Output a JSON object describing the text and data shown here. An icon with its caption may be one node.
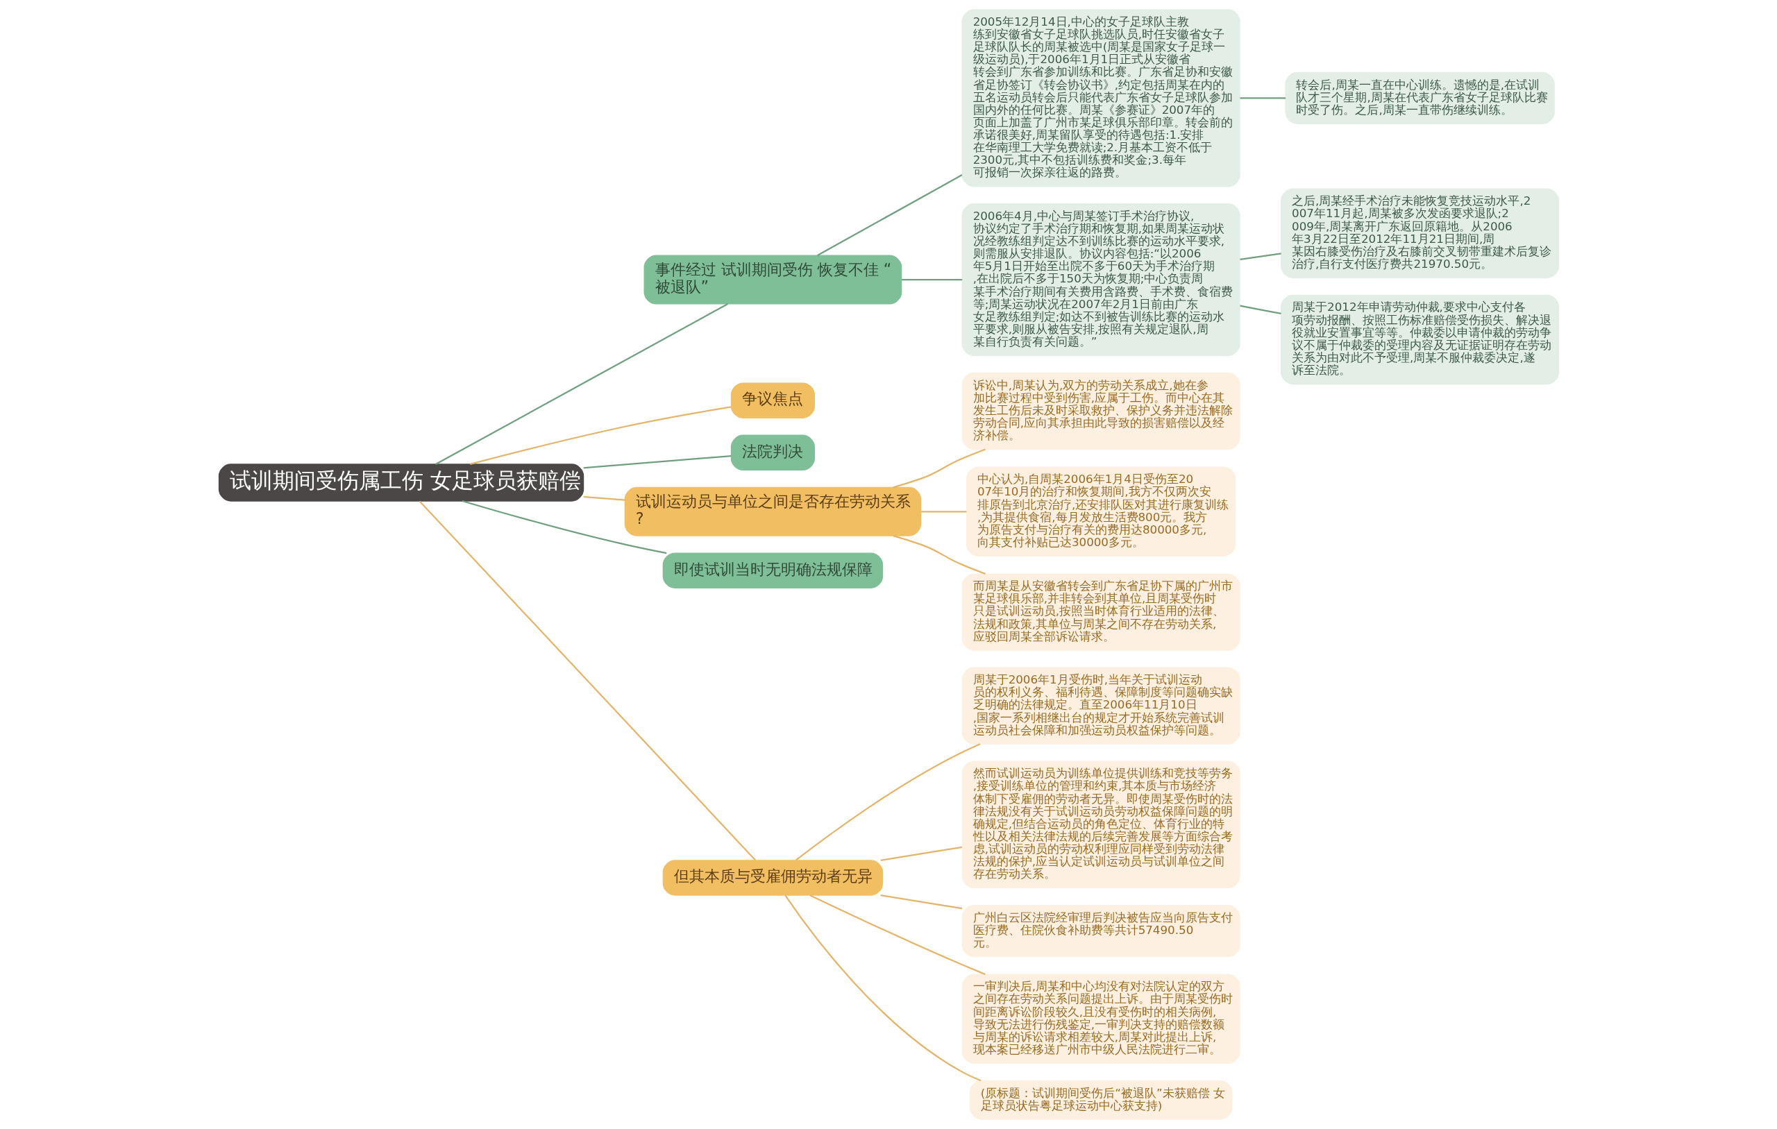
{
  "diagram": {
    "nodes": [
      {
        "text": [
          "试训期间受伤属工伤 女足球员获赔偿"
        ]
      },
      {
        "text": [
          "事件经过 试训期间受伤 恢复不佳 “被退队”"
        ]
      },
      {
        "text": [
          "2005年12月14日,中心的女子足球队主教练到安徽省女子足球队挑选队员,时任安徽省女子足球队队长的周某被选中(周某是国家女子足球一级运动员),于2006年1月1日正式从安徽省转会到广东省参加训练和比赛。广东省足协和安徽省足协签订《转会协议书》,约定包括周某在内的五名运动员转会后只能代表广东省女子足球队参加国内外的任何比赛。周某《参赛证》2007年的页面上加盖了广州市某足球俱乐部印章。转会前的承诺很美好,周某留队享受的待遇包括:1.安排在华南理工大学免费就读;2.月基本工资不低于2300元,其中不包括训练费和奖金;3.每年可报销一次探亲往返的路费。"
        ]
      },
      {
        "text": [
          "转会后,周某一直在中心训练。遗憾的是,在试训队才三个星期,周某在代表广东省女子足球队比赛时受了伤。之后,周某一直带伤继续训练。"
        ]
      },
      {
        "text": [
          "2006年4月,中心与周某签订手术治疗协议,协议约定了手术治疗期和恢复期,如果周某运动状况经教练组判定达不到训练比赛的运动水平要求,则需服从安排退队。协议内容包括:“以2006年5月1日开始至出院不多于60天为手术治疗期,在出院后不多于150天为恢复期;中心负责周某手术治疗期间有关费用含路费、手术费、食宿费等;周某运动状况在2007年2月1日前由广东女足教练组判定;如达不到被告训练比赛的运动水平要求,则服从被告安排,按照有关规定退队,周某自行负责有关问题。”"
        ]
      },
      {
        "text": [
          "之后,周某经手术治疗未能恢复竞技运动水平,2007年11月起,周某被多次发函要求退队;2009年,周某离开广东返回原籍地。从2006年3月22日至2012年11月21日期间,周某因右膝受伤治疗及右膝前交叉韧带重建术后复诊治疗,自行支付医疗费共21970.50元。"
        ]
      },
      {
        "text": [
          "周某于2012年申请劳动仲裁,要求中心支付各项劳动报酬、按照工伤标准赔偿受伤损失、解决退役就业安置事宜等等。仲裁委以申请仲裁的劳动争议不属于仲裁委的受理内容及无证据证明存在劳动关系为由对此不予受理,周某不服仲裁委决定,遂诉至法院。"
        ]
      },
      {
        "text": [
          "争议焦点"
        ]
      },
      {
        "text": [
          "法院判决"
        ]
      },
      {
        "text": [
          "试训运动员与单位之间是否存在劳动关系?"
        ]
      },
      {
        "text": [
          "诉讼中,周某认为,双方的劳动关系成立,她在参加比赛过程中受到伤害,应属于工伤。而中心在其发生工伤后未及时采取救护、保护义务并违法解除劳动合同,应向其承担由此导致的损害赔偿以及经济补偿。"
        ]
      },
      {
        "text": [
          "中心认为,自周某2006年1月4日受伤至2007年10月的治疗和恢复期间,我方不仅两次安排原告到北京治疗,还安排队医对其进行康复训练,为其提供食宿,每月发放生活费800元。我方为原告支付与治疗有关的费用达80000多元,向其支付补贴已达30000多元。"
        ]
      },
      {
        "text": [
          "而周某是从安徽省转会到广东省足协下属的广州市某足球俱乐部,并非转会到其单位,且周某受伤时只是试训运动员,按照当时体育行业适用的法律、法规和政策,其单位与周某之间不存在劳动关系,应驳回周某全部诉讼请求。"
        ]
      },
      {
        "text": [
          "即使试训当时无明确法规保障"
        ]
      },
      {
        "text": [
          "但其本质与受雇佣劳动者无异"
        ]
      },
      {
        "text": [
          "周某于2006年1月受伤时,当年关于试训运动员的权利义务、福利待遇、保障制度等问题确实缺乏明确的法律规定。直至2006年11月10日,国家一系列相继出台的规定才开始系统完善试训运动员社会保障和加强运动员权益保护等问题。"
        ]
      },
      {
        "text": [
          "然而试训运动员为训练单位提供训练和竞技等劳务,接受训练单位的管理和约束,其本质与市场经济体制下受雇佣的劳动者无异。即使周某受伤时的法律法规没有关于试训运动员劳动权益保障问题的明确规定,但结合运动员的角色定位、体育行业的特性以及相关法律法规的后续完善发展等方面综合考虑,试训运动员的劳动权利理应同样受到劳动法律法规的保护,应当认定试训运动员与试训单位之间存在劳动关系。"
        ]
      },
      {
        "text": [
          "广州白云区法院经审理后判决被告应当向原告支付医疗费、住院伙食补助费等共计57490.50元。"
        ]
      },
      {
        "text": [
          "一审判决后,周某和中心均没有对法院认定的双方之间存在劳动关系问题提出上诉。由于周某受伤时间距离诉讼阶段较久,且没有受伤时的相关病例,导致无法进行伤残鉴定,一审判决支持的赔偿数额与周某的诉讼请求相差较大,周某对此提出上诉,现本案已经移送广州市中级人民法院进行二审。"
        ]
      },
      {
        "text": [
          "(原标题：试训期间受伤后“被退队”未获赔偿 女足球员状告粤足球运动中心获支持)"
        ]
      }
    ],
    "edges": [
      {
        "from": 0,
        "to": 1,
        "arrow": "none",
        "color": "#6f9f80"
      },
      {
        "from": 1,
        "to": 2,
        "arrow": "none",
        "color": "#6f9f80"
      },
      {
        "from": 2,
        "to": 3,
        "arrow": "none",
        "color": "#6f9f80"
      },
      {
        "from": 1,
        "to": 4,
        "arrow": "none",
        "color": "#6f9f80"
      },
      {
        "from": 4,
        "to": 5,
        "arrow": "none",
        "color": "#6f9f80"
      },
      {
        "from": 4,
        "to": 6,
        "arrow": "none",
        "color": "#6f9f80"
      },
      {
        "from": 0,
        "to": 7,
        "arrow": "none"
      },
      {
        "from": 0,
        "to": 8,
        "arrow": "none",
        "color": "#6f9f80"
      },
      {
        "from": 0,
        "to": 9,
        "arrow": "none"
      },
      {
        "from": 9,
        "to": 10,
        "arrow": "none"
      },
      {
        "from": 9,
        "to": 11,
        "arrow": "none"
      },
      {
        "from": 9,
        "to": 12,
        "arrow": "none"
      },
      {
        "from": 0,
        "to": 13,
        "arrow": "none",
        "color": "#6f9f80"
      },
      {
        "from": 0,
        "to": 14,
        "arrow": "none"
      },
      {
        "from": 14,
        "to": 15,
        "arrow": "none"
      },
      {
        "from": 14,
        "to": 16,
        "arrow": "none"
      },
      {
        "from": 14,
        "to": 17,
        "arrow": "none"
      },
      {
        "from": 14,
        "to": 18,
        "arrow": "none"
      },
      {
        "from": 14,
        "to": 19,
        "arrow": "none"
      }
    ]
  }
}
